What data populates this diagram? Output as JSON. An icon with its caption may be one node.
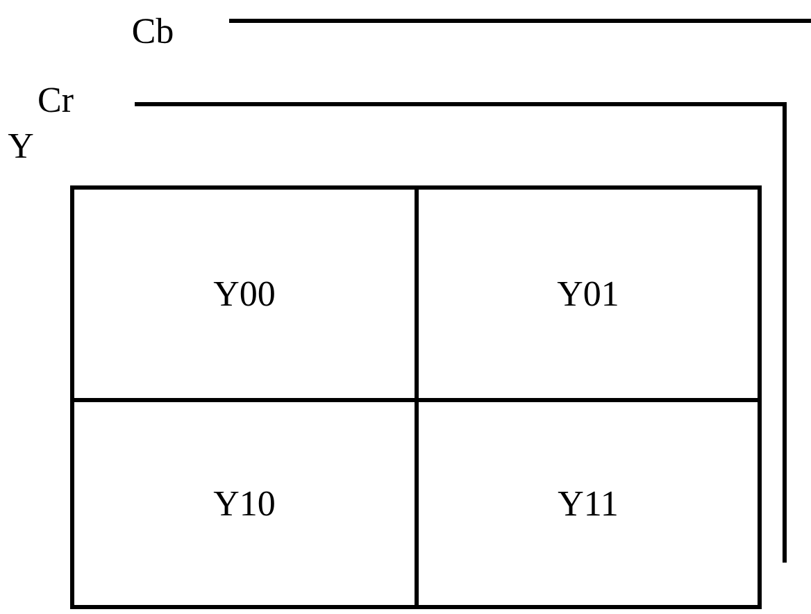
{
  "diagram": {
    "nodes": [
      {
        "text": [
          "Y00"
        ]
      },
      {
        "text": [
          "Y01"
        ]
      },
      {
        "text": [
          "Y10"
        ]
      },
      {
        "text": [
          "Y11"
        ]
      }
    ],
    "labels": [
      "Cb",
      "Cr",
      "Y"
    ]
  }
}
